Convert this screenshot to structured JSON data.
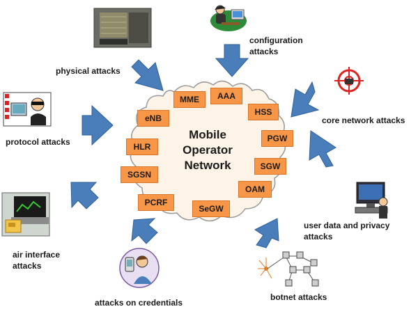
{
  "center": {
    "line1": "Mobile",
    "line2": "Operator",
    "line3": "Network"
  },
  "nodes": [
    "MME",
    "AAA",
    "eNB",
    "HSS",
    "PGW",
    "HLR",
    "SGW",
    "SGSN",
    "OAM",
    "PCRF",
    "SeGW"
  ],
  "attacks": {
    "configuration": {
      "line1": "configuration",
      "line2": "attacks"
    },
    "physical": "physical attacks",
    "core_network": "core network attacks",
    "protocol": "protocol attacks",
    "user_data": {
      "line1": "user data and privacy",
      "line2": "attacks"
    },
    "air_interface": {
      "line1": "air interface",
      "line2": "attacks"
    },
    "credentials": "attacks on credentials",
    "botnet": "botnet attacks"
  },
  "colors": {
    "node_fill": "#f79646",
    "arrow_fill": "#4a7ebb",
    "cloud_fill": "#fdf3e7"
  },
  "icons": [
    "server-room-photo-icon",
    "hacker-at-computer-icon",
    "crosshair-target-icon",
    "masked-hacker-icon",
    "user-at-desktop-computer-icon",
    "laptop-card-reader-icon",
    "phone-user-credentials-icon",
    "botnet-network-icon"
  ]
}
